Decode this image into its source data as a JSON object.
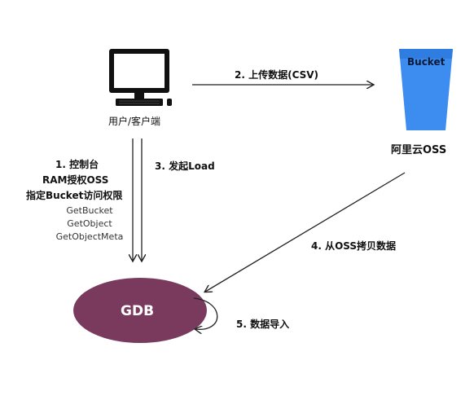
{
  "nodes": {
    "client": {
      "label": "用户/客户端",
      "icon": "computer-icon"
    },
    "oss": {
      "label": "阿里云OSS",
      "bucket_label": "Bucket",
      "icon": "bucket-icon",
      "color": "#3d8df0"
    },
    "gdb": {
      "label": "GDB",
      "color": "#7a3a5e"
    }
  },
  "steps": {
    "step1": {
      "title": "1. 控制台",
      "line2": "RAM授权OSS",
      "line3": "指定Bucket访问权限",
      "apis": [
        "GetBucket",
        "GetObject",
        "GetObjectMeta"
      ]
    },
    "step2": "2. 上传数据(CSV)",
    "step3": "3. 发起Load",
    "step4": "4. 从OSS拷贝数据",
    "step5": "5. 数据导入"
  }
}
